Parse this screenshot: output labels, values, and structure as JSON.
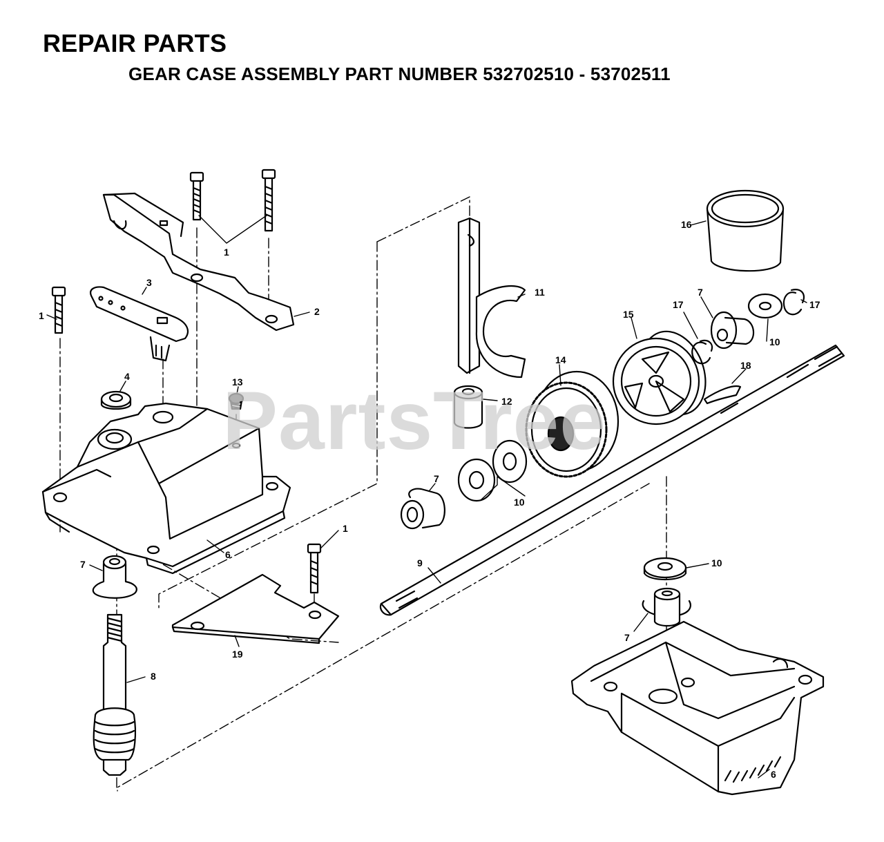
{
  "header": {
    "title": "REPAIR PARTS",
    "subtitle": "GEAR CASE ASSEMBLY PART NUMBER 532702510 - 53702511"
  },
  "watermark": "PartsTree",
  "callouts": {
    "c1a": "1",
    "c1b": "1",
    "c1c": "1",
    "c2": "2",
    "c3": "3",
    "c4": "4",
    "c6a": "6",
    "c6b": "6",
    "c7a": "7",
    "c7b": "7",
    "c7c": "7",
    "c7d": "7",
    "c8": "8",
    "c9": "9",
    "c10a": "10",
    "c10b": "10",
    "c10c": "10",
    "c11": "11",
    "c12": "12",
    "c13": "13",
    "c14": "14",
    "c15": "15",
    "c16": "16",
    "c17a": "17",
    "c17b": "17",
    "c18": "18",
    "c19": "19"
  },
  "colors": {
    "ink": "#000000",
    "watermark": "#cfcfcf",
    "background": "#ffffff"
  }
}
